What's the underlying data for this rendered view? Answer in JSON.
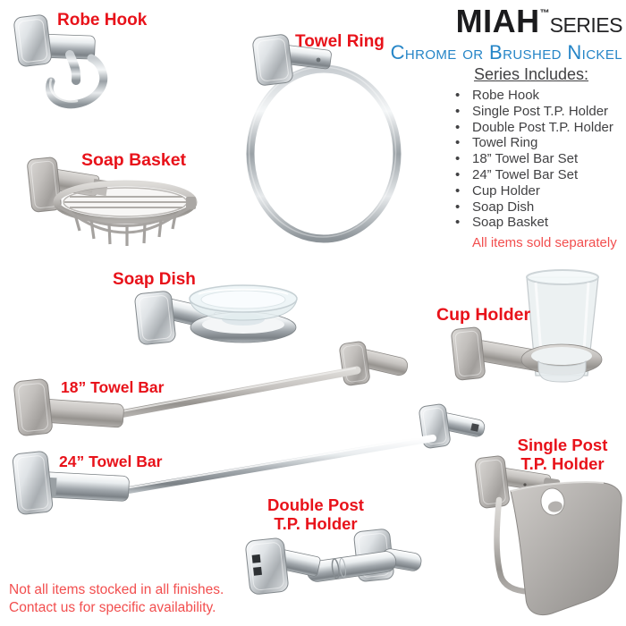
{
  "header": {
    "brand": "MIAH",
    "trademark": "™",
    "series_word": "SERIES",
    "subtitle": "Chrome or Brushed Nickel"
  },
  "series_box": {
    "heading": "Series Includes:",
    "items": [
      "Robe Hook",
      "Single Post T.P. Holder",
      "Double Post T.P. Holder",
      "Towel Ring",
      "18” Towel Bar Set",
      "24” Towel Bar Set",
      "Cup Holder",
      "Soap Dish",
      "Soap Basket"
    ],
    "note": "All items sold separately"
  },
  "labels": {
    "robe_hook": "Robe Hook",
    "towel_ring": "Towel Ring",
    "soap_basket": "Soap Basket",
    "soap_dish": "Soap Dish",
    "cup_holder": "Cup Holder",
    "towel_bar_18": "18” Towel Bar",
    "towel_bar_24": "24” Towel Bar",
    "double_post_line1": "Double Post",
    "double_post_line2": "T.P. Holder",
    "single_post_line1": "Single Post",
    "single_post_line2": "T.P. Holder"
  },
  "footer": {
    "line1": "Not all items stocked in all finishes.",
    "line2": "Contact us for specific availability."
  },
  "colors": {
    "label_red": "#e8121a",
    "note_red": "#f24e4e",
    "subtitle_blue": "#2585c7",
    "title_black": "#1b1b1d",
    "list_gray": "#414143"
  }
}
